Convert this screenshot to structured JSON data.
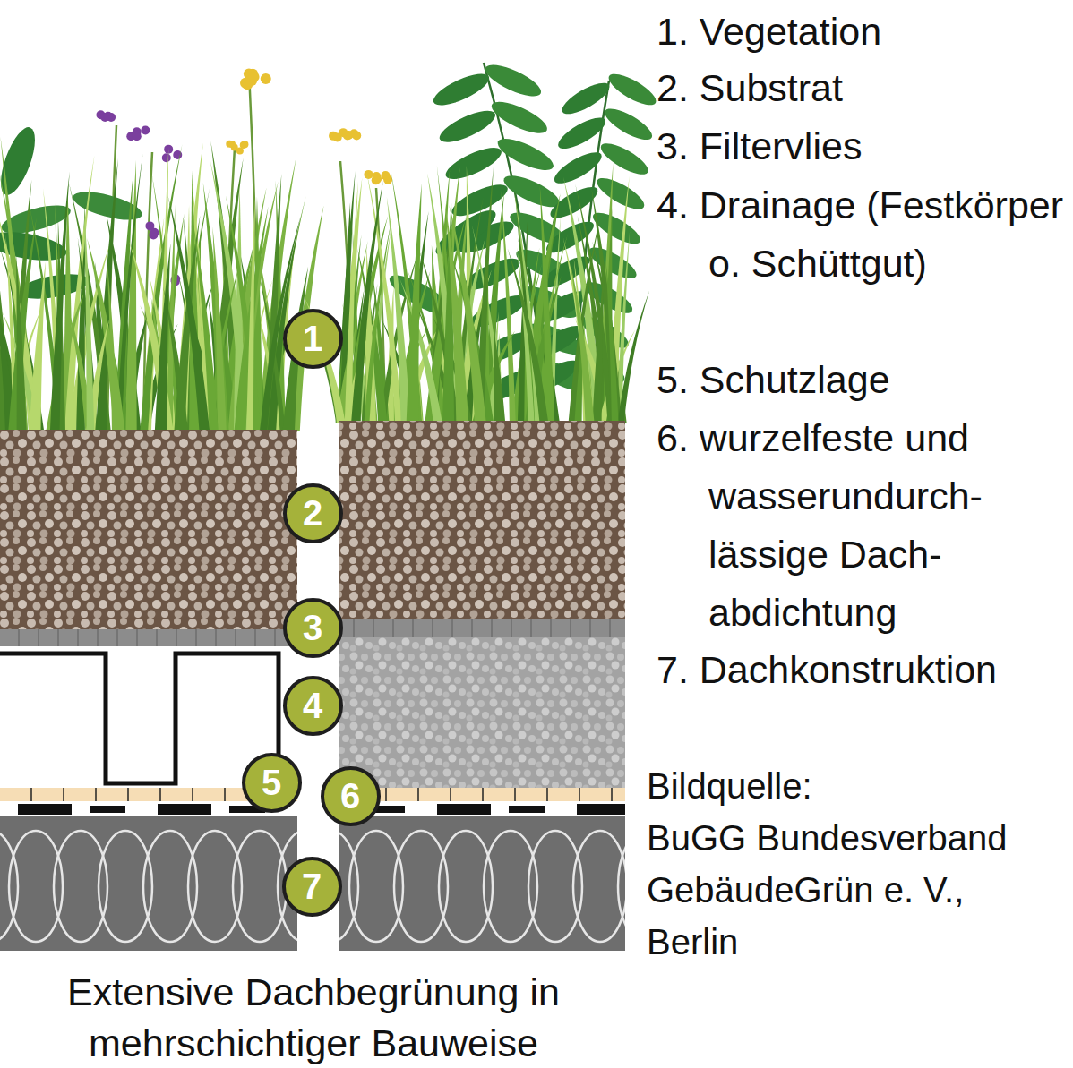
{
  "diagram": {
    "caption": "Extensive Dachbegrünung in mehrschichtiger Bauweise",
    "nodes": [
      {
        "text": [
          "1"
        ]
      },
      {
        "text": [
          "2"
        ]
      },
      {
        "text": [
          "3"
        ]
      },
      {
        "text": [
          "4"
        ]
      },
      {
        "text": [
          "5"
        ]
      },
      {
        "text": [
          "6"
        ]
      },
      {
        "text": [
          "7"
        ]
      }
    ],
    "labels": [
      "1. Vegetation",
      "2. Substrat",
      "3. Filtervlies",
      "4. Drainage (Festkörper o. Schüttgut)",
      "5. Schutzlage",
      "6. wurzelfeste und wasserundurch- lässige Dach- abdichtung",
      "7. Dachkonstruktion",
      "Bildquelle:",
      "BuGG Bundesverband GebäudeGrün e. V., Berlin"
    ]
  }
}
